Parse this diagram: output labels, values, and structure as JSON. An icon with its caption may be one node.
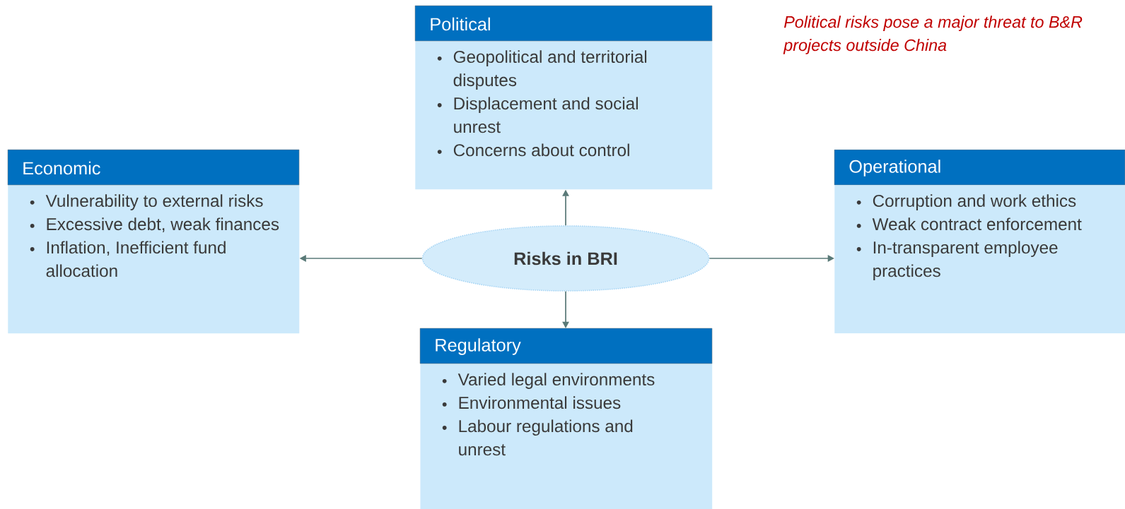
{
  "diagram": {
    "nodes": [
      {
        "text": [
          "Political",
          "Geopolitical and territorial disputes",
          "Displacement and social unrest",
          "Concerns about control"
        ]
      },
      {
        "text": [
          "Economic",
          "Vulnerability to external risks",
          "Excessive debt, weak finances",
          "Inflation, Inefficient fund allocation"
        ]
      },
      {
        "text": [
          "Risks in BRI"
        ]
      },
      {
        "text": [
          "Operational",
          "Corruption and work ethics",
          "Weak contract enforcement",
          "In-transparent employee practices"
        ]
      },
      {
        "text": [
          "Regulatory",
          "Varied legal environments",
          "Environmental issues",
          "Labour regulations and unrest"
        ]
      }
    ],
    "edges": [
      {
        "from": 2,
        "to": 0,
        "arrow": "to"
      },
      {
        "from": 2,
        "to": 1,
        "arrow": "to"
      },
      {
        "from": 2,
        "to": 3,
        "arrow": "to"
      },
      {
        "from": 2,
        "to": 4,
        "arrow": "to"
      }
    ],
    "labels": [
      "Political risks pose a major threat to B&R projects outside China"
    ]
  }
}
